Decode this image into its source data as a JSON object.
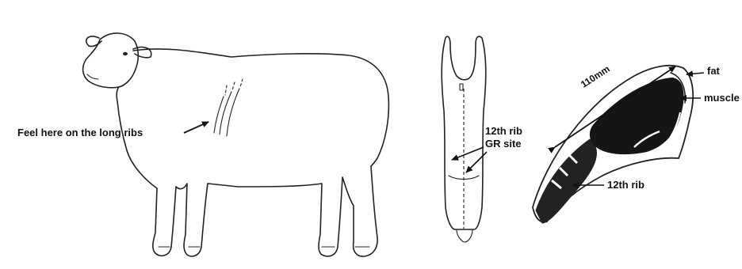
{
  "labels": {
    "feel_here": "Feel here on the long ribs",
    "rib_12_top": "12th rib",
    "gr_site": "GR site",
    "measure": "110mm",
    "fat": "fat",
    "muscle": "muscle",
    "rib_12_bottom": "12th rib"
  }
}
